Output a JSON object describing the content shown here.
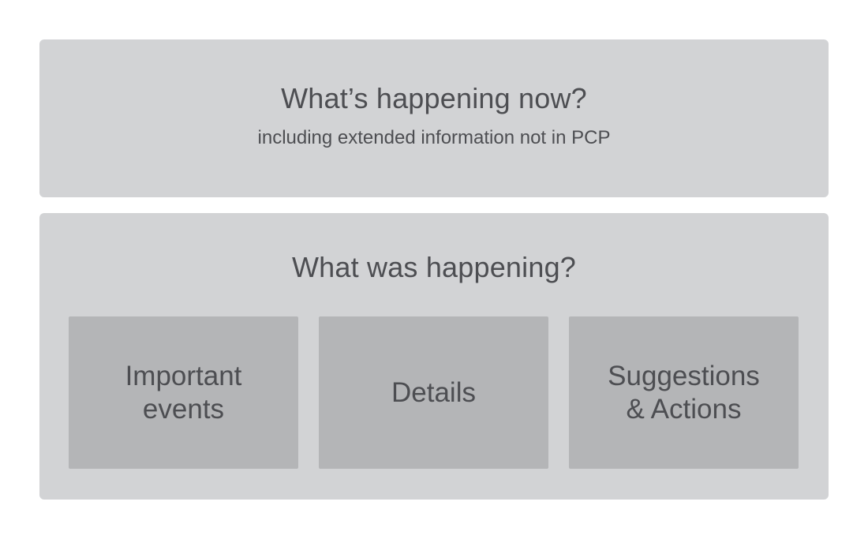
{
  "current": {
    "title": "What’s happening now?",
    "subtitle": "including extended information not in PCP"
  },
  "history": {
    "title": "What was happening?",
    "boxes": [
      {
        "label": "Important\nevents"
      },
      {
        "label": "Details"
      },
      {
        "label": "Suggestions\n& Actions"
      }
    ]
  }
}
